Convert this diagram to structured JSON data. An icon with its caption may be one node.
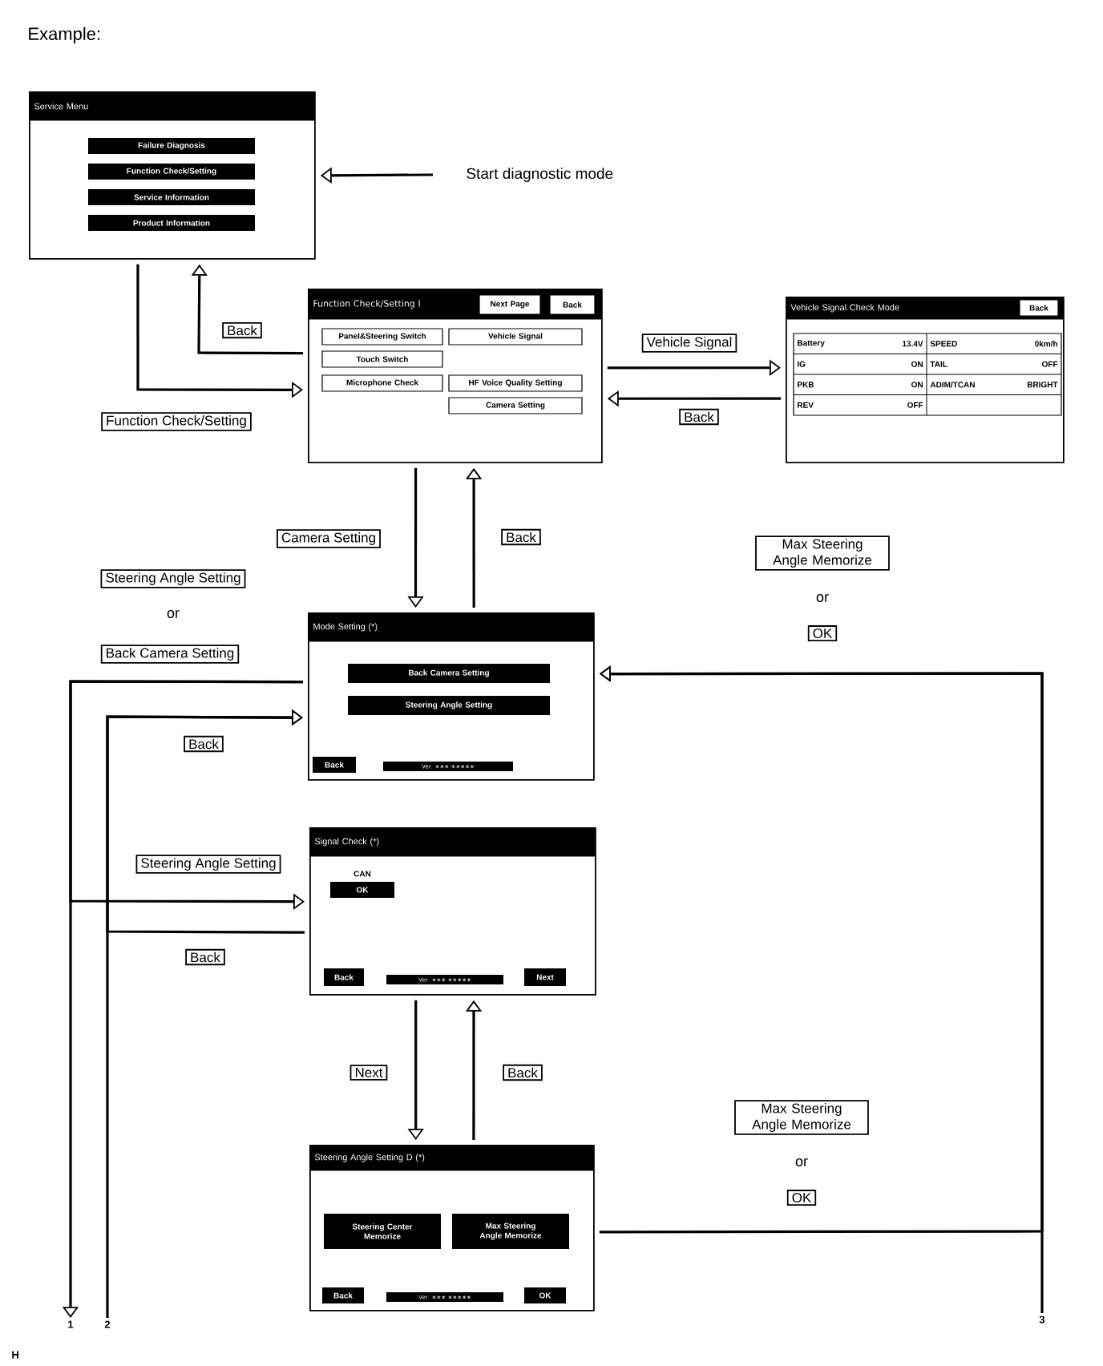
{
  "diagram": {
    "title": "Example:",
    "nodes": [
      {
        "text": [
          "Service Menu",
          "Failure Diagnosis",
          "Function Check/Setting",
          "Service Information",
          "Product Information"
        ]
      },
      {
        "text": [
          "Start diagnostic mode"
        ]
      },
      {
        "text": [
          "Function Check/Setting Ⅰ",
          "Next Page",
          "Back",
          "Panel&Steering Switch",
          "Vehicle Signal",
          "Touch Switch",
          "Microphone Check",
          "HF Voice Quality Setting",
          "Camera Setting"
        ]
      },
      {
        "text": [
          "Vehicle Signal Check Mode",
          "Back",
          "Battery",
          "13.4V",
          "SPEED",
          "0km/h",
          "IG",
          "ON",
          "TAIL",
          "OFF",
          "PKB",
          "ON",
          "ADIM/TCAN",
          "BRIGHT",
          "REV",
          "OFF"
        ]
      },
      {
        "text": [
          "Mode Setting (*)",
          "Back Camera Setting",
          "Steering Angle Setting",
          "Back",
          "Ver. ∗∗∗ ∗∗∗∗∗"
        ]
      },
      {
        "text": [
          "Signal Check (*)",
          "CAN",
          "OK",
          "Back",
          "Ver. ∗∗∗ ∗∗∗∗∗",
          "Next"
        ]
      },
      {
        "text": [
          "Steering Angle Setting D (*)",
          "Steering Center Memorize",
          "Max Steering Angle Memorize",
          "Back",
          "Ver. ∗∗∗ ∗∗∗∗∗",
          "OK"
        ]
      },
      {
        "text": [
          "1"
        ]
      },
      {
        "text": [
          "2"
        ]
      },
      {
        "text": [
          "3"
        ]
      }
    ],
    "edges": [
      {
        "from": 1,
        "to": 0,
        "arrow": "to"
      },
      {
        "from": 0,
        "to": 2,
        "arrow": "to",
        "label": "Function Check/Setting"
      },
      {
        "from": 2,
        "to": 0,
        "arrow": "to",
        "label": "Back"
      },
      {
        "from": 2,
        "to": 3,
        "arrow": "to",
        "label": "Vehicle Signal"
      },
      {
        "from": 3,
        "to": 2,
        "arrow": "to",
        "label": "Back"
      },
      {
        "from": 2,
        "to": 4,
        "arrow": "to",
        "label": "Camera Setting"
      },
      {
        "from": 4,
        "to": 2,
        "arrow": "to",
        "label": "Back"
      },
      {
        "from": 4,
        "to": 7,
        "arrow": "to"
      },
      {
        "from": 4,
        "to": 5,
        "arrow": "to",
        "label": "Steering Angle Setting"
      },
      {
        "from": 8,
        "to": 4,
        "arrow": "to",
        "label": "Back"
      },
      {
        "from": 5,
        "to": 4,
        "arrow": "to",
        "label": "Back"
      },
      {
        "from": 5,
        "to": 6,
        "arrow": "to",
        "label": "Next"
      },
      {
        "from": 6,
        "to": 5,
        "arrow": "to",
        "label": "Back"
      },
      {
        "from": 6,
        "to": 4,
        "arrow": "to"
      },
      {
        "from": 9,
        "to": 4,
        "arrow": "to"
      }
    ],
    "labels": [
      "Steering Angle Setting",
      "or",
      "Back Camera Setting",
      "Max Steering Angle Memorize",
      "or",
      "OK",
      "Max Steering Angle Memorize",
      "or",
      "OK",
      "H"
    ]
  }
}
